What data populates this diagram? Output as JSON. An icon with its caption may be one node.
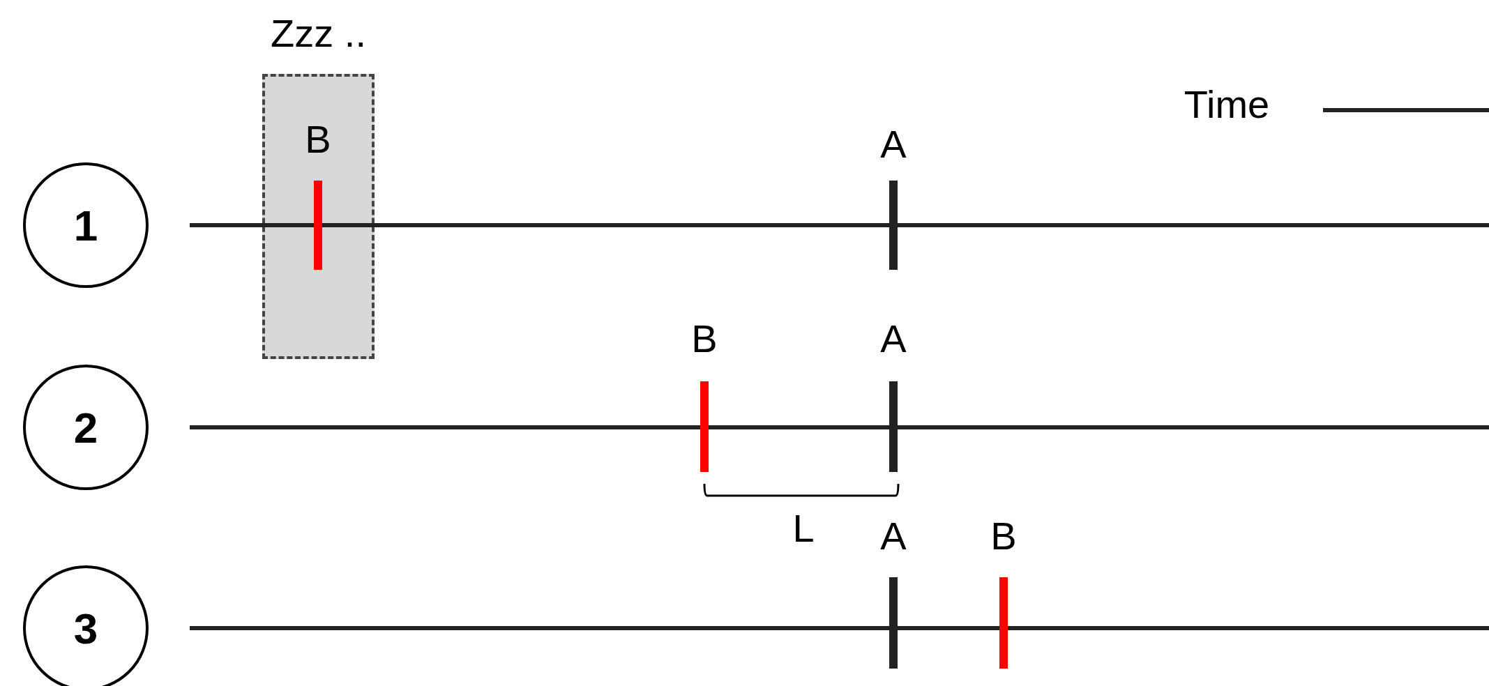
{
  "diagram": {
    "nodes": [
      {
        "text": [
          "Zzz ..",
          "B"
        ]
      },
      {
        "text": [
          "1"
        ]
      },
      {
        "text": [
          "2"
        ]
      },
      {
        "text": [
          "3"
        ]
      }
    ],
    "labels": [
      "Time",
      "A",
      "B",
      "A",
      "L",
      "A",
      "B"
    ]
  }
}
